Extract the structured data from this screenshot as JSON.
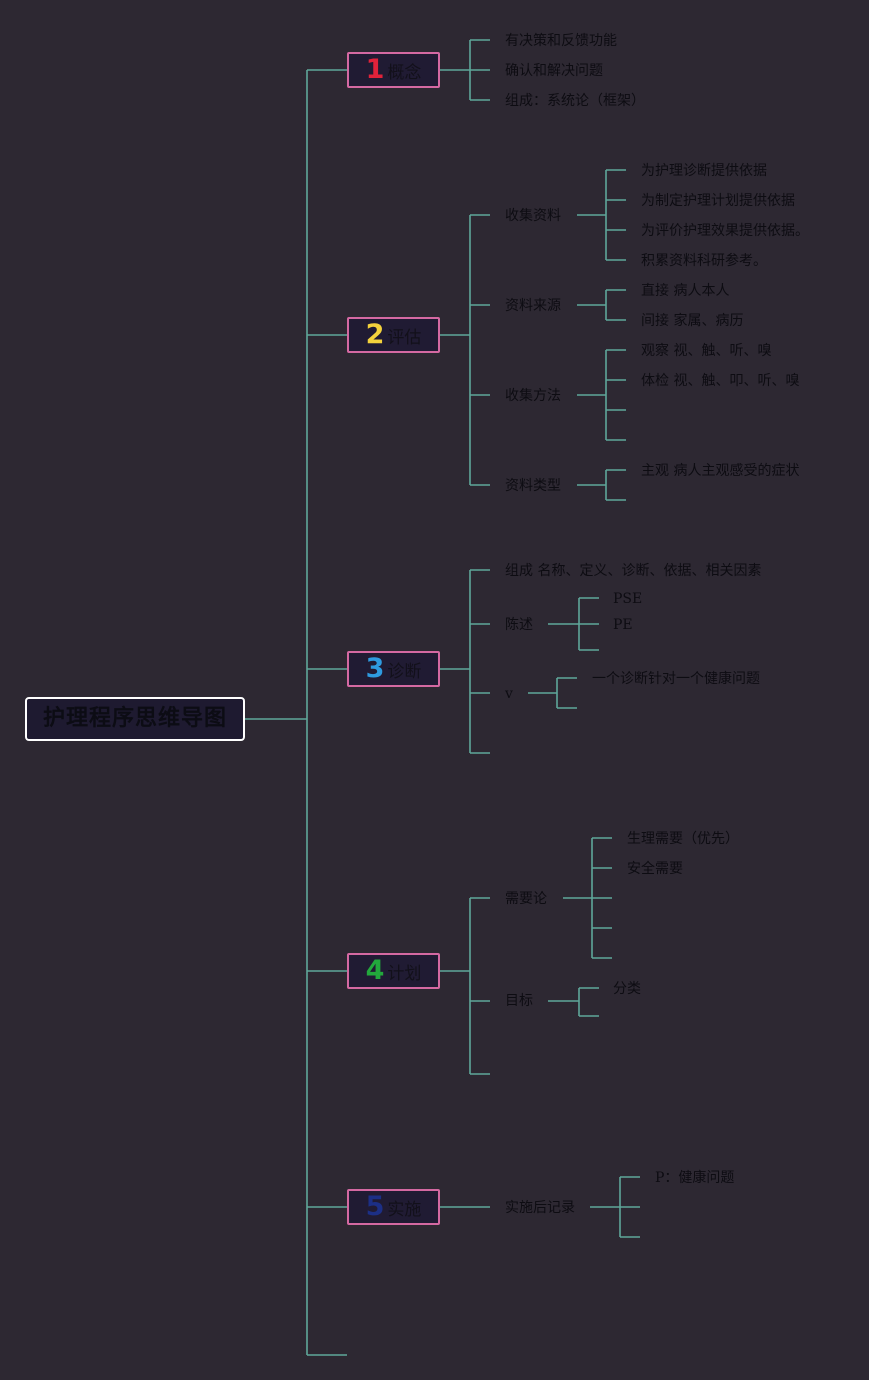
{
  "title": "护理程序思维导图",
  "colors": {
    "background": "#2d2832",
    "connector": "#5fa79a",
    "branch_border": "#d469a2",
    "branch_fill": "#201b33",
    "root_border": "#ffffff"
  },
  "branches": [
    {
      "number": "1",
      "number_color": "#e0223a",
      "label": "概念",
      "children": [
        {
          "label": "有决策和反馈功能"
        },
        {
          "label": "确认和解决问题"
        },
        {
          "label": "组成：系统论（框架）"
        }
      ]
    },
    {
      "number": "2",
      "number_color": "#f4d23c",
      "label": "评估",
      "children": [
        {
          "label": "收集资料",
          "children": [
            {
              "label": "为护理诊断提供依据"
            },
            {
              "label": "为制定护理计划提供依据"
            },
            {
              "label": "为评价护理效果提供依据。"
            },
            {
              "label": "积累资料科研参考。"
            }
          ]
        },
        {
          "label": "资料来源",
          "children": [
            {
              "label": "直接 病人本人"
            },
            {
              "label": "间接 家属、病历"
            }
          ]
        },
        {
          "label": "收集方法",
          "children": [
            {
              "label": "观察 视、触、听、嗅"
            },
            {
              "label": "体检 视、触、叩、听、嗅"
            },
            {
              "label": ""
            },
            {
              "label": ""
            }
          ]
        },
        {
          "label": "资料类型",
          "children": [
            {
              "label": "主观 病人主观感受的症状"
            },
            {
              "label": ""
            }
          ]
        }
      ]
    },
    {
      "number": "3",
      "number_color": "#2e9be0",
      "label": "诊断",
      "children": [
        {
          "label": "组成 名称、定义、诊断、依据、相关因素"
        },
        {
          "label": "陈述",
          "children": [
            {
              "label": "PSE"
            },
            {
              "label": "PE"
            },
            {
              "label": ""
            }
          ]
        },
        {
          "label": "v",
          "children": [
            {
              "label": "一个诊断针对一个健康问题"
            },
            {
              "label": ""
            }
          ]
        },
        {
          "label": ""
        }
      ]
    },
    {
      "number": "4",
      "number_color": "#22a83c",
      "label": "计划",
      "children": [
        {
          "label": "需要论",
          "children": [
            {
              "label": "生理需要（优先）"
            },
            {
              "label": "安全需要"
            },
            {
              "label": ""
            },
            {
              "label": ""
            }
          ]
        },
        {
          "label": "目标",
          "children": [
            {
              "label": "分类"
            },
            {
              "label": ""
            }
          ]
        },
        {
          "label": ""
        }
      ]
    },
    {
      "number": "5",
      "number_color": "#1c2f86",
      "label": "实施",
      "children": [
        {
          "label": "实施后记录",
          "children": [
            {
              "label": "P：健康问题"
            },
            {
              "label": ""
            },
            {
              "label": ""
            }
          ]
        }
      ]
    }
  ]
}
